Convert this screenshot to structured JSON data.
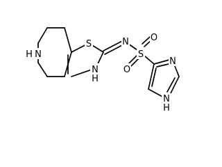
{
  "molecule": {
    "atoms": [
      {
        "id": "S1",
        "label": "S",
        "bg_w": 11
      },
      {
        "id": "N_imine",
        "label": "N",
        "bg_w": 11
      },
      {
        "id": "S2",
        "label": "S",
        "bg_w": 11
      },
      {
        "id": "O1",
        "label": "O",
        "bg_w": 11
      },
      {
        "id": "O2",
        "label": "O",
        "bg_w": 11
      },
      {
        "id": "NH_pip",
        "label": "N",
        "h_label": "H",
        "bg_w": 11
      },
      {
        "id": "NH_thz",
        "label": "N",
        "h_label": "H",
        "bg_w": 11
      },
      {
        "id": "N_imid",
        "label": "N",
        "bg_w": 11
      },
      {
        "id": "NH_imid",
        "label": "N",
        "h_label": "H",
        "bg_w": 11
      }
    ]
  }
}
